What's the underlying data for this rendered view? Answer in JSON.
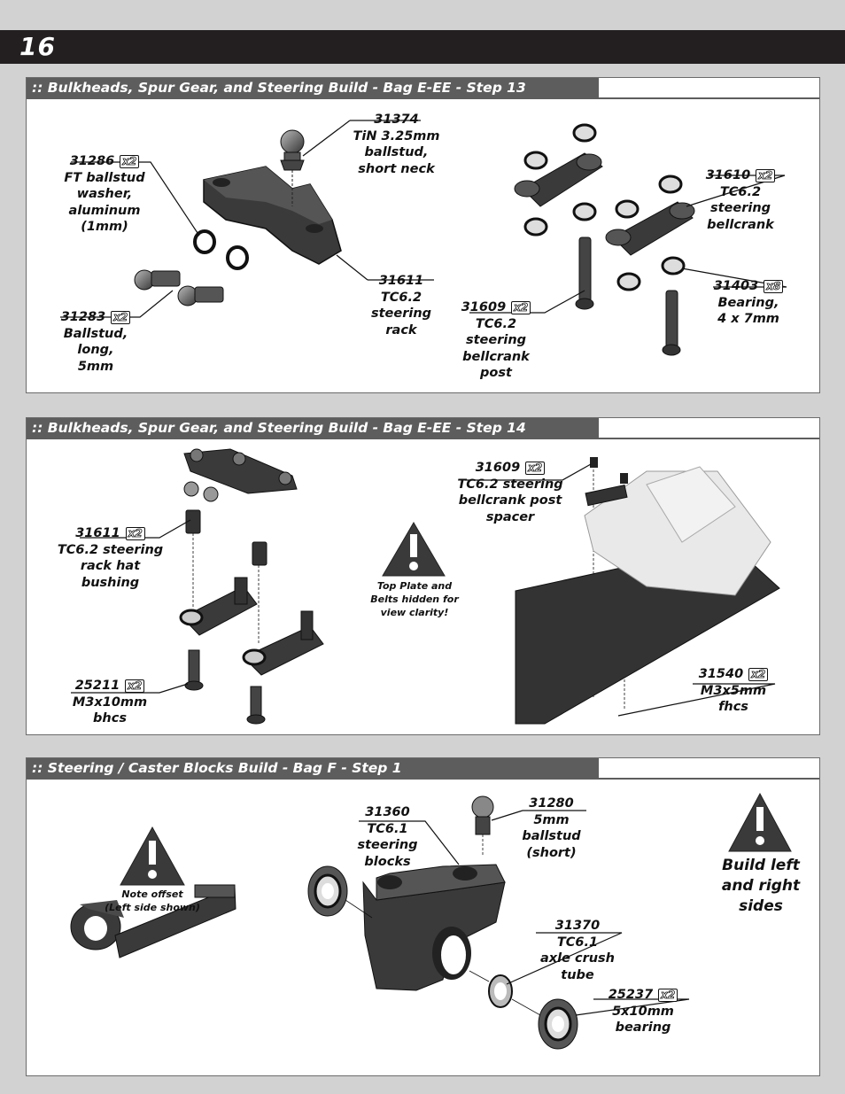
{
  "page": {
    "number": "16"
  },
  "steps": [
    {
      "title": ":: Bulkheads, Spur Gear, and Steering Build - Bag E-EE - Step 13",
      "parts": [
        {
          "id": "31374",
          "qty": "",
          "desc": [
            "TiN 3.25mm",
            "ballstud,",
            "short neck"
          ]
        },
        {
          "id": "31286",
          "qty": "x2",
          "desc": [
            "FT ballstud",
            "washer,",
            "aluminum",
            "(1mm)"
          ]
        },
        {
          "id": "31283",
          "qty": "x2",
          "desc": [
            "Ballstud,",
            "long,",
            "5mm"
          ]
        },
        {
          "id": "31611",
          "qty": "",
          "desc": [
            "TC6.2",
            "steering",
            "rack"
          ]
        },
        {
          "id": "31610",
          "qty": "x2",
          "desc": [
            "TC6.2",
            "steering",
            "bellcrank"
          ]
        },
        {
          "id": "31403",
          "qty": "x8",
          "desc": [
            "Bearing,",
            "4 x 7mm"
          ]
        },
        {
          "id": "31609",
          "qty": "x2",
          "desc": [
            "TC6.2",
            "steering",
            "bellcrank",
            "post"
          ]
        }
      ]
    },
    {
      "title": ":: Bulkheads, Spur Gear, and Steering Build - Bag E-EE - Step 14",
      "parts": [
        {
          "id": "31611",
          "qty": "x2",
          "desc": [
            "TC6.2 steering",
            "rack hat",
            "bushing"
          ]
        },
        {
          "id": "25211",
          "qty": "x2",
          "desc": [
            "M3x10mm",
            "bhcs"
          ]
        },
        {
          "id": "31609",
          "qty": "x2",
          "desc": [
            "TC6.2 steering",
            "bellcrank post",
            "spacer"
          ]
        },
        {
          "id": "31540",
          "qty": "x2",
          "desc": [
            "M3x5mm",
            "fhcs"
          ]
        }
      ],
      "note": [
        "Top Plate and",
        "Belts hidden for",
        "view clarity!"
      ]
    },
    {
      "title": ":: Steering / Caster Blocks Build - Bag F - Step 1",
      "parts": [
        {
          "id": "31360",
          "qty": "",
          "desc": [
            "TC6.1",
            "steering",
            "blocks"
          ]
        },
        {
          "id": "31280",
          "qty": "",
          "desc": [
            "5mm",
            "ballstud",
            "(short)"
          ]
        },
        {
          "id": "31370",
          "qty": "",
          "desc": [
            "TC6.1",
            "axle crush",
            "tube"
          ]
        },
        {
          "id": "25237",
          "qty": "x2",
          "desc": [
            "5x10mm",
            "bearing"
          ]
        }
      ],
      "note": [
        "Note offset",
        "(Left side shown)"
      ],
      "callout": [
        "Build left",
        "and right",
        "sides"
      ]
    }
  ],
  "colors": {
    "header": "#231f20",
    "title_bar": "#5d5d5d",
    "part": "#3a3a3a",
    "background": "#d2d2d2"
  },
  "icons": [
    "warning-triangle-icon"
  ]
}
